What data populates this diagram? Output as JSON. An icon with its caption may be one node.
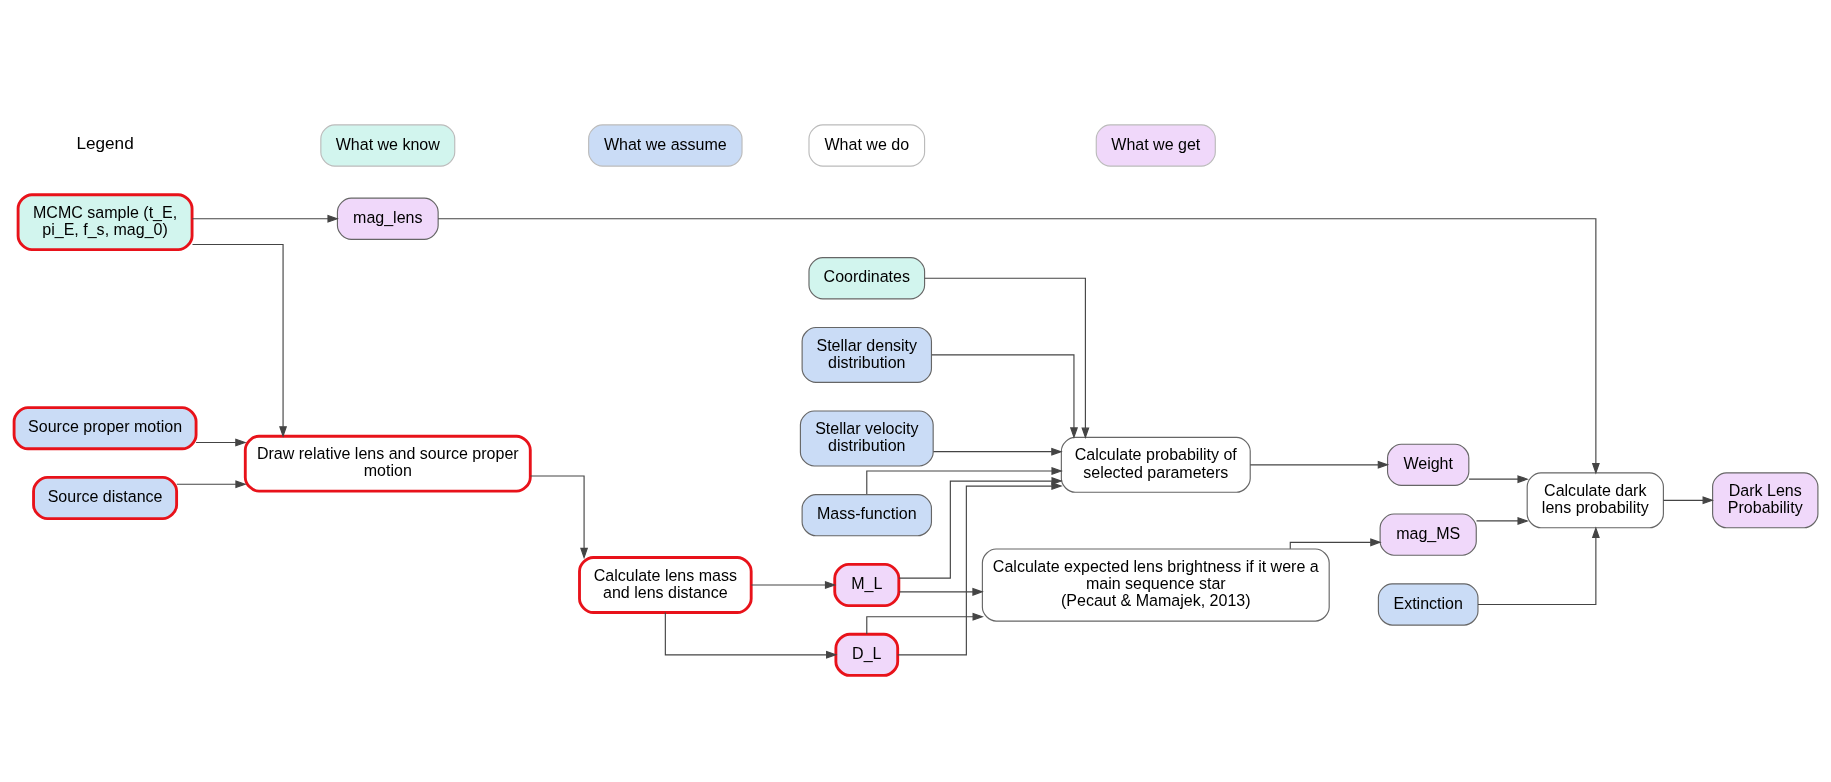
{
  "diagram": {
    "nodes": [
      {
        "text": [
          "MCMC sample (t_E, pi_E, f_s, mag_0)"
        ]
      },
      {
        "text": [
          "Source distance"
        ]
      },
      {
        "text": [
          "Source proper motion"
        ]
      },
      {
        "text": [
          "Stellar density distribution"
        ]
      },
      {
        "text": [
          "Stellar velocity distribution"
        ]
      },
      {
        "text": [
          "Mass-function"
        ]
      },
      {
        "text": [
          "Coordinates"
        ]
      },
      {
        "text": [
          "Draw relative lens and source proper motion"
        ]
      },
      {
        "text": [
          "Calculate lens mass and lens distance"
        ]
      },
      {
        "text": [
          "M_L"
        ]
      },
      {
        "text": [
          "D_L"
        ]
      },
      {
        "text": [
          "Calculate probability of selected parameters"
        ]
      },
      {
        "text": [
          "Calculate expected lens brightness if it were a main sequence star",
          "(Pecaut & Mamajek, 2013)"
        ]
      },
      {
        "text": [
          "mag_lens"
        ]
      },
      {
        "text": [
          "Weight"
        ]
      },
      {
        "text": [
          "mag_MS"
        ]
      },
      {
        "text": [
          "Extinction"
        ]
      },
      {
        "text": [
          "Calculate dark lens probability"
        ]
      },
      {
        "text": [
          "Dark Lens Probability"
        ]
      }
    ],
    "edges": [
      {
        "from": 0,
        "to": 7,
        "arrow": "to"
      },
      {
        "from": 1,
        "to": 7,
        "arrow": "to"
      },
      {
        "from": 2,
        "to": 7,
        "arrow": "to"
      },
      {
        "from": 0,
        "to": 13,
        "arrow": "to"
      },
      {
        "from": 3,
        "to": 11,
        "arrow": "to"
      },
      {
        "from": 4,
        "to": 11,
        "arrow": "to"
      },
      {
        "from": 5,
        "to": 11,
        "arrow": "to"
      },
      {
        "from": 6,
        "to": 11,
        "arrow": "to"
      },
      {
        "from": 7,
        "to": 8,
        "arrow": "to"
      },
      {
        "from": 8,
        "to": 9,
        "arrow": "to"
      },
      {
        "from": 8,
        "to": 10,
        "arrow": "to"
      },
      {
        "from": 9,
        "to": 11,
        "arrow": "to"
      },
      {
        "from": 10,
        "to": 11,
        "arrow": "to"
      },
      {
        "from": 9,
        "to": 12,
        "arrow": "to"
      },
      {
        "from": 10,
        "to": 12,
        "arrow": "to"
      },
      {
        "from": 11,
        "to": 14,
        "arrow": "to"
      },
      {
        "from": 12,
        "to": 15,
        "arrow": "to"
      },
      {
        "from": 13,
        "to": 17,
        "arrow": "to"
      },
      {
        "from": 14,
        "to": 17,
        "arrow": "to"
      },
      {
        "from": 15,
        "to": 17,
        "arrow": "to"
      },
      {
        "from": 16,
        "to": 17,
        "arrow": "to"
      },
      {
        "from": 17,
        "to": 18,
        "arrow": "to"
      }
    ],
    "labels": [
      "Legend"
    ],
    "legend": [
      {
        "text": "What we know",
        "color": "#d2f5ee"
      },
      {
        "text": "What we assume",
        "color": "#cadcf6"
      },
      {
        "text": "What we do",
        "color": "#ffffff"
      },
      {
        "text": "What we get",
        "color": "#f0d8fa"
      }
    ]
  }
}
